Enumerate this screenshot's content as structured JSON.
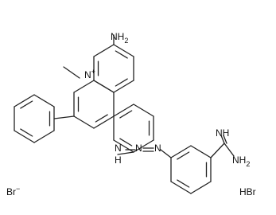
{
  "structure": {
    "labels": {
      "amino_top": "NH",
      "amino_top_sub": "2",
      "ring_nitrogen": "N",
      "ring_nitrogen_charge": "+",
      "imine": "NH",
      "amidine_amine": "NH",
      "amidine_amine_sub": "2",
      "triazene_n1": "N",
      "triazene_n1_h": "H",
      "triazene_n2": "N",
      "triazene_n3": "N"
    },
    "counterions": {
      "bromide": "Br",
      "bromide_charge": "−",
      "hydrobromide": "HBr"
    }
  }
}
